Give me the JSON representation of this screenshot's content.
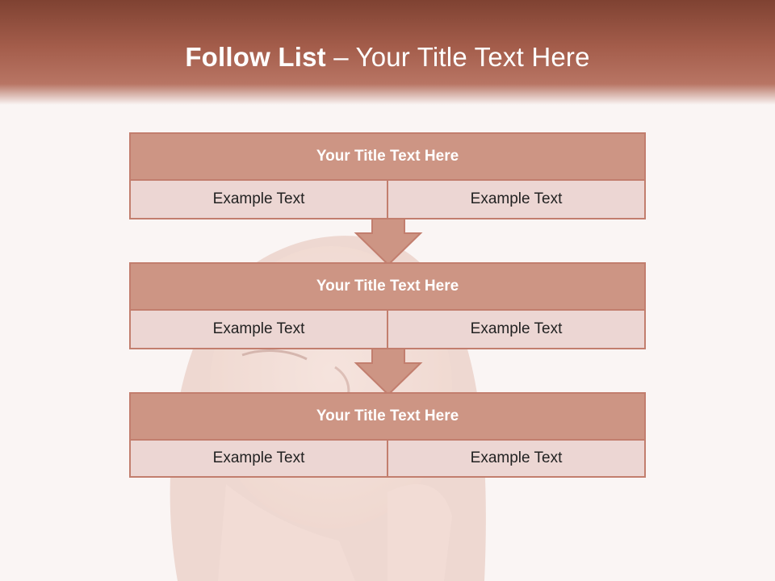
{
  "slide": {
    "title_bold": "Follow List",
    "title_rest": " – Your Title Text Here"
  },
  "steps": [
    {
      "title": "Your Title Text Here",
      "left": "Example Text",
      "right": "Example Text"
    },
    {
      "title": "Your Title Text Here",
      "left": "Example Text",
      "right": "Example Text"
    },
    {
      "title": "Your Title Text Here",
      "left": "Example Text",
      "right": "Example Text"
    }
  ],
  "colors": {
    "header_dark": "#7f4232",
    "box_header": "#cd9584",
    "box_body": "#ecd6d3",
    "border": "#c27e6e"
  },
  "icons": [
    "down-arrow-icon",
    "down-arrow-icon"
  ]
}
